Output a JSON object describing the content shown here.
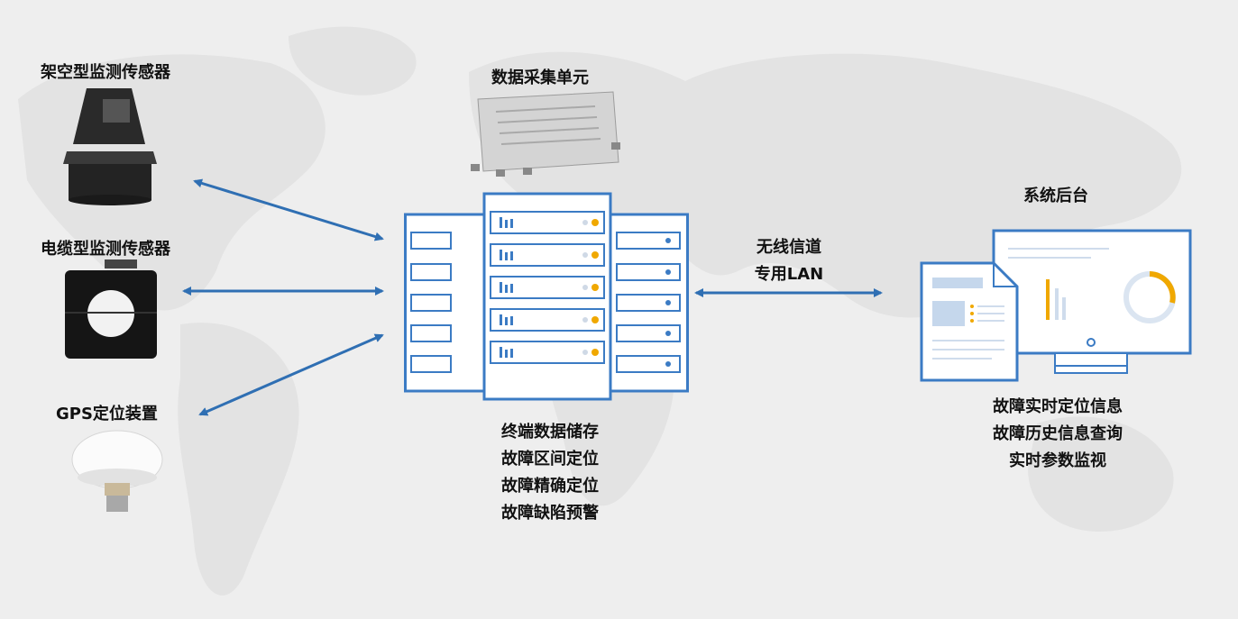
{
  "sensors": {
    "overhead_label": "架空型监测传感器",
    "cable_label": "电缆型监测传感器",
    "gps_label": "GPS定位装置"
  },
  "collector": {
    "label": "数据采集单元"
  },
  "server": {
    "functions": [
      "终端数据储存",
      "故障区间定位",
      "故障精确定位",
      "故障缺陷预警"
    ]
  },
  "link": {
    "line1": "无线信道",
    "line2": "专用LAN"
  },
  "backend": {
    "label": "系统后台",
    "functions": [
      "故障实时定位信息",
      "故障历史信息查询",
      "实时参数监视"
    ]
  },
  "colors": {
    "arrow": "#2f6fb3",
    "outline": "#3b7bc4",
    "accent": "#f0a800",
    "background": "#eeeeee"
  },
  "icons": [
    "overhead-sensor-icon",
    "cable-sensor-icon",
    "gps-antenna-icon",
    "collector-box-icon",
    "server-rack-icon",
    "monitor-dashboard-icon",
    "document-icon"
  ]
}
